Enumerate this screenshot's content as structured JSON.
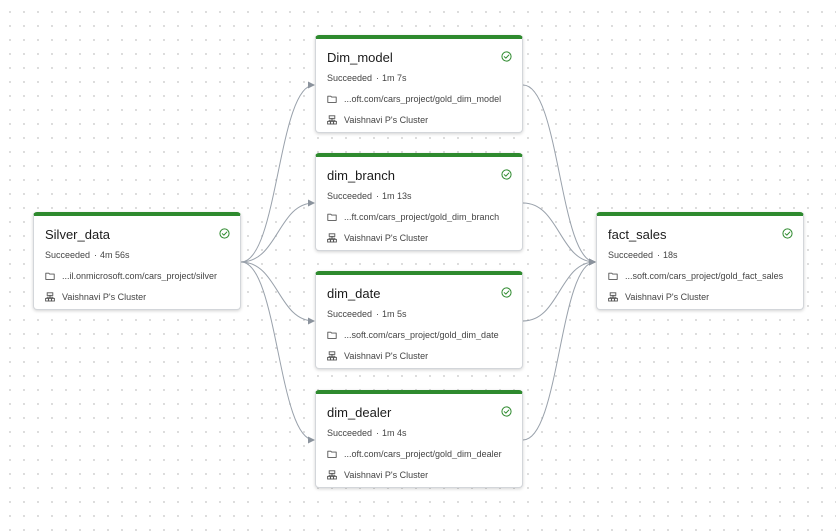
{
  "nodes": [
    {
      "id": "silver",
      "title": "Silver_data",
      "status": "Succeeded",
      "duration": "4m 56s",
      "path": "...il.onmicrosoft.com/cars_project/silver",
      "cluster": "Vaishnavi P's Cluster"
    },
    {
      "id": "dim_model",
      "title": "Dim_model",
      "status": "Succeeded",
      "duration": "1m 7s",
      "path": "...oft.com/cars_project/gold_dim_model",
      "cluster": "Vaishnavi P's Cluster"
    },
    {
      "id": "dim_branch",
      "title": "dim_branch",
      "status": "Succeeded",
      "duration": "1m 13s",
      "path": "...ft.com/cars_project/gold_dim_branch",
      "cluster": "Vaishnavi P's Cluster"
    },
    {
      "id": "dim_date",
      "title": "dim_date",
      "status": "Succeeded",
      "duration": "1m 5s",
      "path": "...soft.com/cars_project/gold_dim_date",
      "cluster": "Vaishnavi P's Cluster"
    },
    {
      "id": "dim_dealer",
      "title": "dim_dealer",
      "status": "Succeeded",
      "duration": "1m 4s",
      "path": "...oft.com/cars_project/gold_dim_dealer",
      "cluster": "Vaishnavi P's Cluster"
    },
    {
      "id": "fact_sales",
      "title": "fact_sales",
      "status": "Succeeded",
      "duration": "18s",
      "path": "...soft.com/cars_project/gold_fact_sales",
      "cluster": "Vaishnavi P's Cluster"
    }
  ],
  "edges": [
    {
      "from": "silver",
      "to": "dim_model"
    },
    {
      "from": "silver",
      "to": "dim_branch"
    },
    {
      "from": "silver",
      "to": "dim_date"
    },
    {
      "from": "silver",
      "to": "dim_dealer"
    },
    {
      "from": "dim_model",
      "to": "fact_sales"
    },
    {
      "from": "dim_branch",
      "to": "fact_sales"
    },
    {
      "from": "dim_date",
      "to": "fact_sales"
    },
    {
      "from": "dim_dealer",
      "to": "fact_sales"
    }
  ],
  "colors": {
    "success": "#2e8a2e",
    "edge": "#99a1ab"
  },
  "icons": {
    "status": "success-check-icon",
    "path": "folder-icon",
    "cluster": "cluster-icon"
  },
  "separator": "·"
}
